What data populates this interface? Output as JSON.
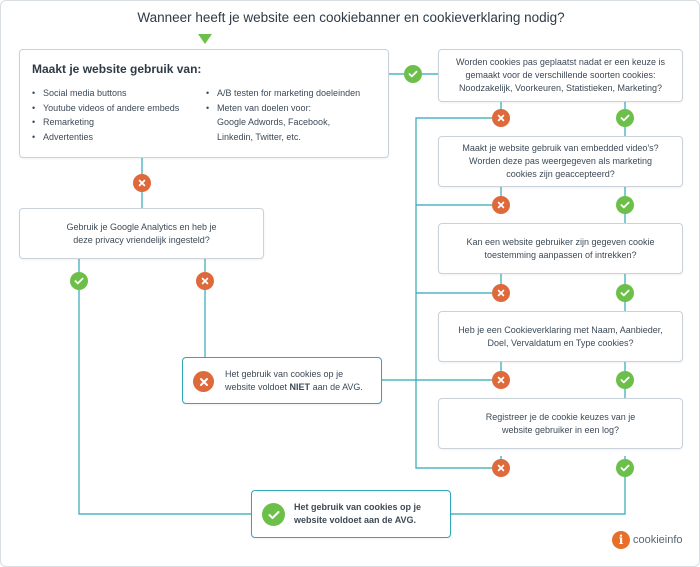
{
  "title": "Wanneer heeft je website een cookiebanner en cookieverklaring nodig?",
  "colors": {
    "yes": "#6cc04a",
    "no": "#de6a3c",
    "line": "#2fa7b8",
    "border": "#c9d2da"
  },
  "q1": {
    "heading": "Maakt je website gebruik van:",
    "left_items": [
      "Social media buttons",
      "Youtube videos of andere embeds",
      "Remarketing",
      "Advertenties"
    ],
    "right_items": [
      "A/B testen for marketing doeleinden",
      "Meten van doelen voor:"
    ],
    "right_continuation": [
      "Google Adwords, Facebook,",
      "Linkedin, Twitter, etc."
    ]
  },
  "q2": {
    "line1": "Gebruik je Google Analytics en heb je",
    "line2": "deze privacy vriendelijk ingesteld?"
  },
  "r1": {
    "line1": "Worden cookies pas geplaatst nadat er een keuze is",
    "line2": "gemaakt voor de verschillende soorten cookies:",
    "line3": "Noodzakelijk, Voorkeuren, Statistieken, Marketing?"
  },
  "r2": {
    "line1": "Maakt je website gebruik van embedded video's?",
    "line2": "Worden deze pas weergegeven als marketing",
    "line3": "cookies zijn geaccepteerd?"
  },
  "r3": {
    "line1": "Kan een website gebruiker zijn gegeven cookie",
    "line2": "toestemming aanpassen of intrekken?"
  },
  "r4": {
    "line1": "Heb je een Cookieverklaring met Naam, Aanbieder,",
    "line2": "Doel, Vervaldatum en Type cookies?"
  },
  "r5": {
    "line1": "Registreer je de cookie keuzes van je",
    "line2": "website gebruiker in een log?"
  },
  "fail": {
    "line1": "Het gebruik van cookies op je",
    "line2_pre": "website voldoet ",
    "line2_bold": "NIET",
    "line2_post": " aan de AVG."
  },
  "pass": {
    "line1": "Het gebruik van cookies op je",
    "line2": "website voldoet aan de AVG."
  },
  "logo": {
    "mark": "i",
    "text": "cookieinfo"
  },
  "badges": [
    {
      "id": "q1-yes",
      "type": "yes",
      "icon": "check-icon"
    },
    {
      "id": "q1-no",
      "type": "no",
      "icon": "cross-icon"
    },
    {
      "id": "q2-yes",
      "type": "yes",
      "icon": "check-icon"
    },
    {
      "id": "q2-no",
      "type": "no",
      "icon": "cross-icon"
    },
    {
      "id": "r1-no",
      "type": "no",
      "icon": "cross-icon"
    },
    {
      "id": "r1-yes",
      "type": "yes",
      "icon": "check-icon"
    },
    {
      "id": "r2-no",
      "type": "no",
      "icon": "cross-icon"
    },
    {
      "id": "r2-yes",
      "type": "yes",
      "icon": "check-icon"
    },
    {
      "id": "r3-no",
      "type": "no",
      "icon": "cross-icon"
    },
    {
      "id": "r3-yes",
      "type": "yes",
      "icon": "check-icon"
    },
    {
      "id": "r4-no",
      "type": "no",
      "icon": "cross-icon"
    },
    {
      "id": "r4-yes",
      "type": "yes",
      "icon": "check-icon"
    },
    {
      "id": "r5-no",
      "type": "no",
      "icon": "cross-icon"
    },
    {
      "id": "r5-yes",
      "type": "yes",
      "icon": "check-icon"
    }
  ]
}
